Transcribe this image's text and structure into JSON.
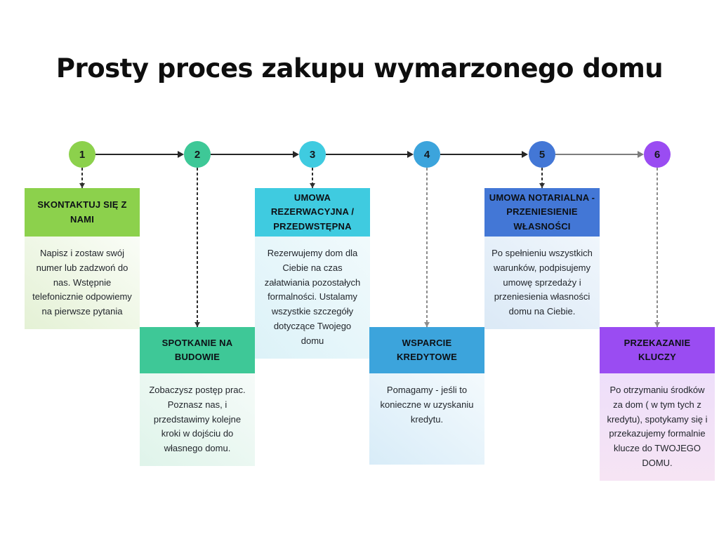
{
  "title": "Prosty proces zakupu wymarzonego domu",
  "steps": [
    {
      "number": "1",
      "label": "SKONTAKTUJ SIĘ Z NAMI",
      "description": "Napisz i zostaw swój numer lub zadzwoń do nas. Wstępnie telefonicznie odpowiemy na pierwsze pytania",
      "accent_color": "#8cd14c",
      "body_gradient_from": "#fafdf7",
      "body_gradient_to": "#e4f1d5",
      "position": "upper"
    },
    {
      "number": "2",
      "label": "SPOTKANIE NA BUDOWIE",
      "description": "Zobaczysz postęp prac. Poznasz nas, i przedstawimy kolejne kroki w dojściu do własnego domu.",
      "accent_color": "#3ec897",
      "body_gradient_from": "#f6fbf9",
      "body_gradient_to": "#dff4ea",
      "position": "lower"
    },
    {
      "number": "3",
      "label": "UMOWA REZERWACYJNA / PRZEDWSTĘPNA",
      "description": "Rezerwujemy dom dla Ciebie na czas załatwiania pozostałych formalności. Ustalamy wszystkie szczegóły dotyczące Twojego domu",
      "accent_color": "#3fcbe0",
      "body_gradient_from": "#f1fafc",
      "body_gradient_to": "#dcf2f8",
      "position": "upper"
    },
    {
      "number": "4",
      "label": "WSPARCIE KREDYTOWE",
      "description": "Pomagamy - jeśli to konieczne w uzyskaniu kredytu.",
      "accent_color": "#3ca4dc",
      "body_gradient_from": "#f4fafd",
      "body_gradient_to": "#d8ecf8",
      "position": "lower"
    },
    {
      "number": "5",
      "label": "UMOWA NOTARIALNA - PRZENIESIENIE WŁASNOŚCI",
      "description": "Po spełnieniu wszystkich warunków, podpisujemy umowę sprzedaży i przeniesienia własności domu na Ciebie.",
      "accent_color": "#4377d6",
      "body_gradient_from": "#f0f6fc",
      "body_gradient_to": "#dbe9f6",
      "position": "upper"
    },
    {
      "number": "6",
      "label": "PRZEKAZANIE KLUCZY",
      "description": "Po otrzymaniu środków za dom ( w tym tych z kredytu), spotykamy się i przekazujemy formalnie klucze do TWOJEGO DOMU.",
      "accent_color": "#9a4cf2",
      "body_gradient_from": "#eedffa",
      "body_gradient_to": "#f6e4f4",
      "position": "lower"
    }
  ]
}
